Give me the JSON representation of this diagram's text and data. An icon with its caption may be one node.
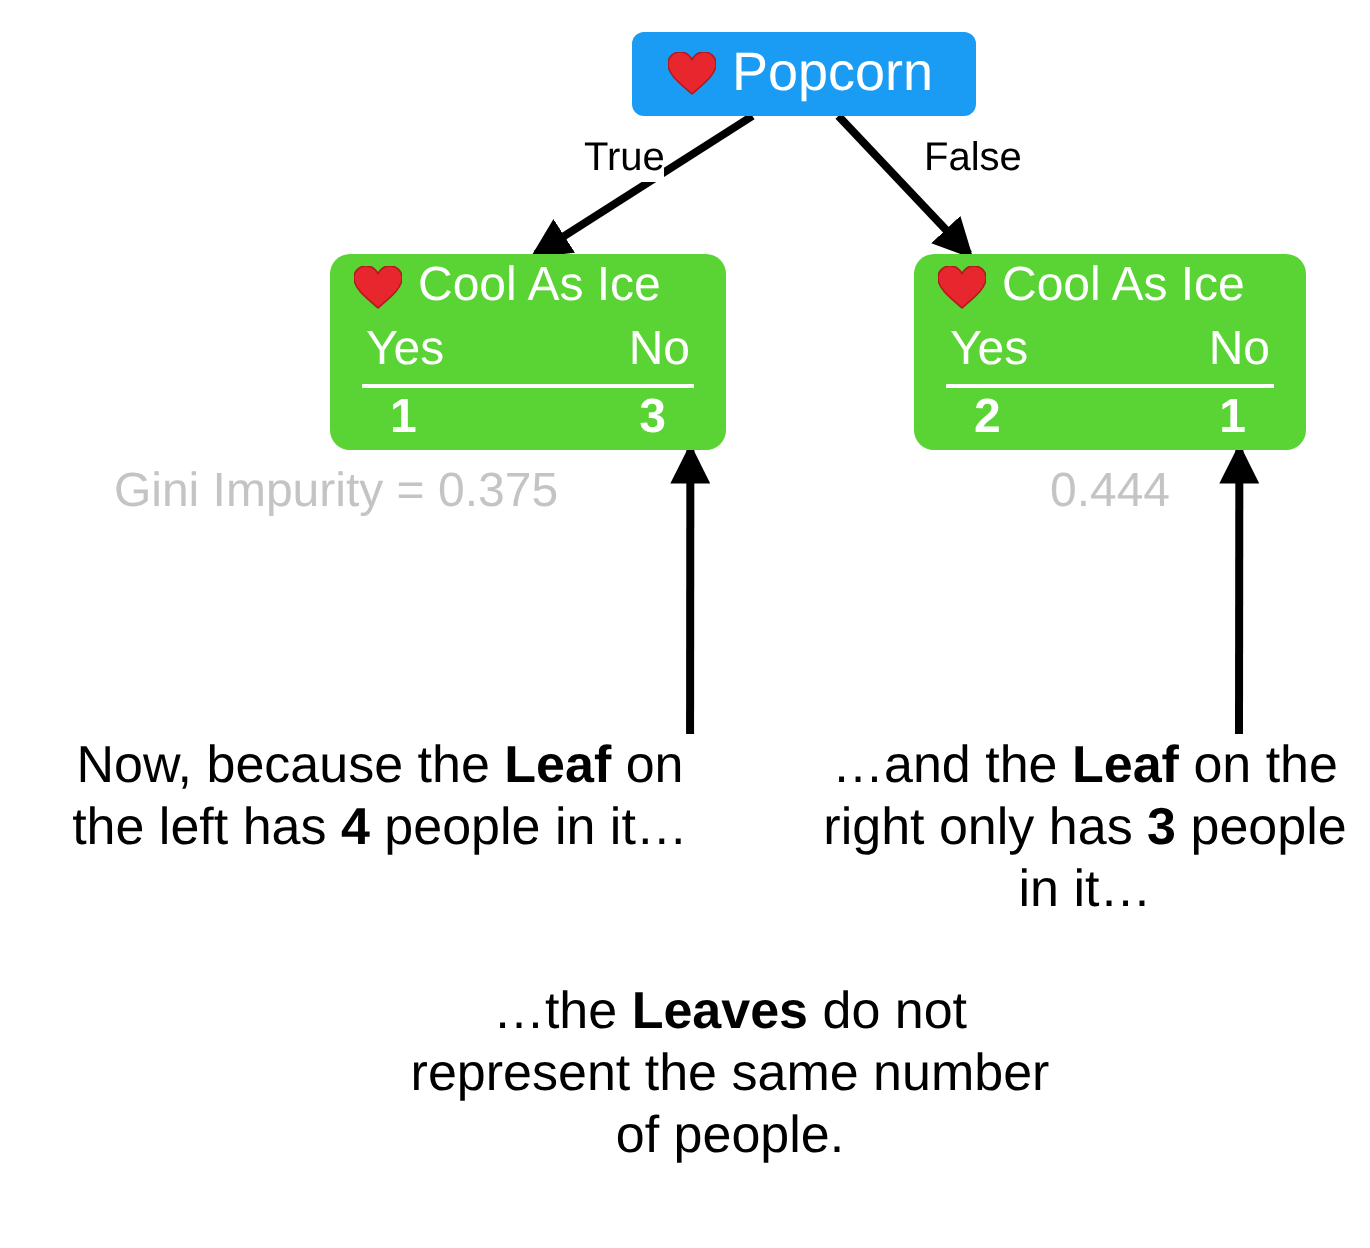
{
  "diagram": {
    "nodes": [
      {
        "text": [
          "Popcorn"
        ]
      },
      {
        "text": [
          "Cool As Ice",
          "Yes",
          "No",
          "1",
          "3"
        ],
        "beside": [
          "Gini Impurity = 0.375"
        ]
      },
      {
        "text": [
          "Cool As Ice",
          "Yes",
          "No",
          "2",
          "1"
        ],
        "beside": [
          "0.444"
        ]
      },
      {
        "text": [
          "Now, because the **Leaf** on the left has **4** people in it…"
        ]
      },
      {
        "text": [
          "…and the **Leaf** on the right only has **3** people in it…"
        ]
      }
    ],
    "edges": [
      {
        "from": 0,
        "to": 1,
        "arrow": "to",
        "label": "True"
      },
      {
        "from": 0,
        "to": 2,
        "arrow": "to",
        "label": "False"
      },
      {
        "from": 3,
        "to": 1,
        "arrow": "to"
      },
      {
        "from": 4,
        "to": 2,
        "arrow": "to"
      }
    ],
    "labels": [
      "…the **Leaves** do not represent the same number of people."
    ]
  }
}
